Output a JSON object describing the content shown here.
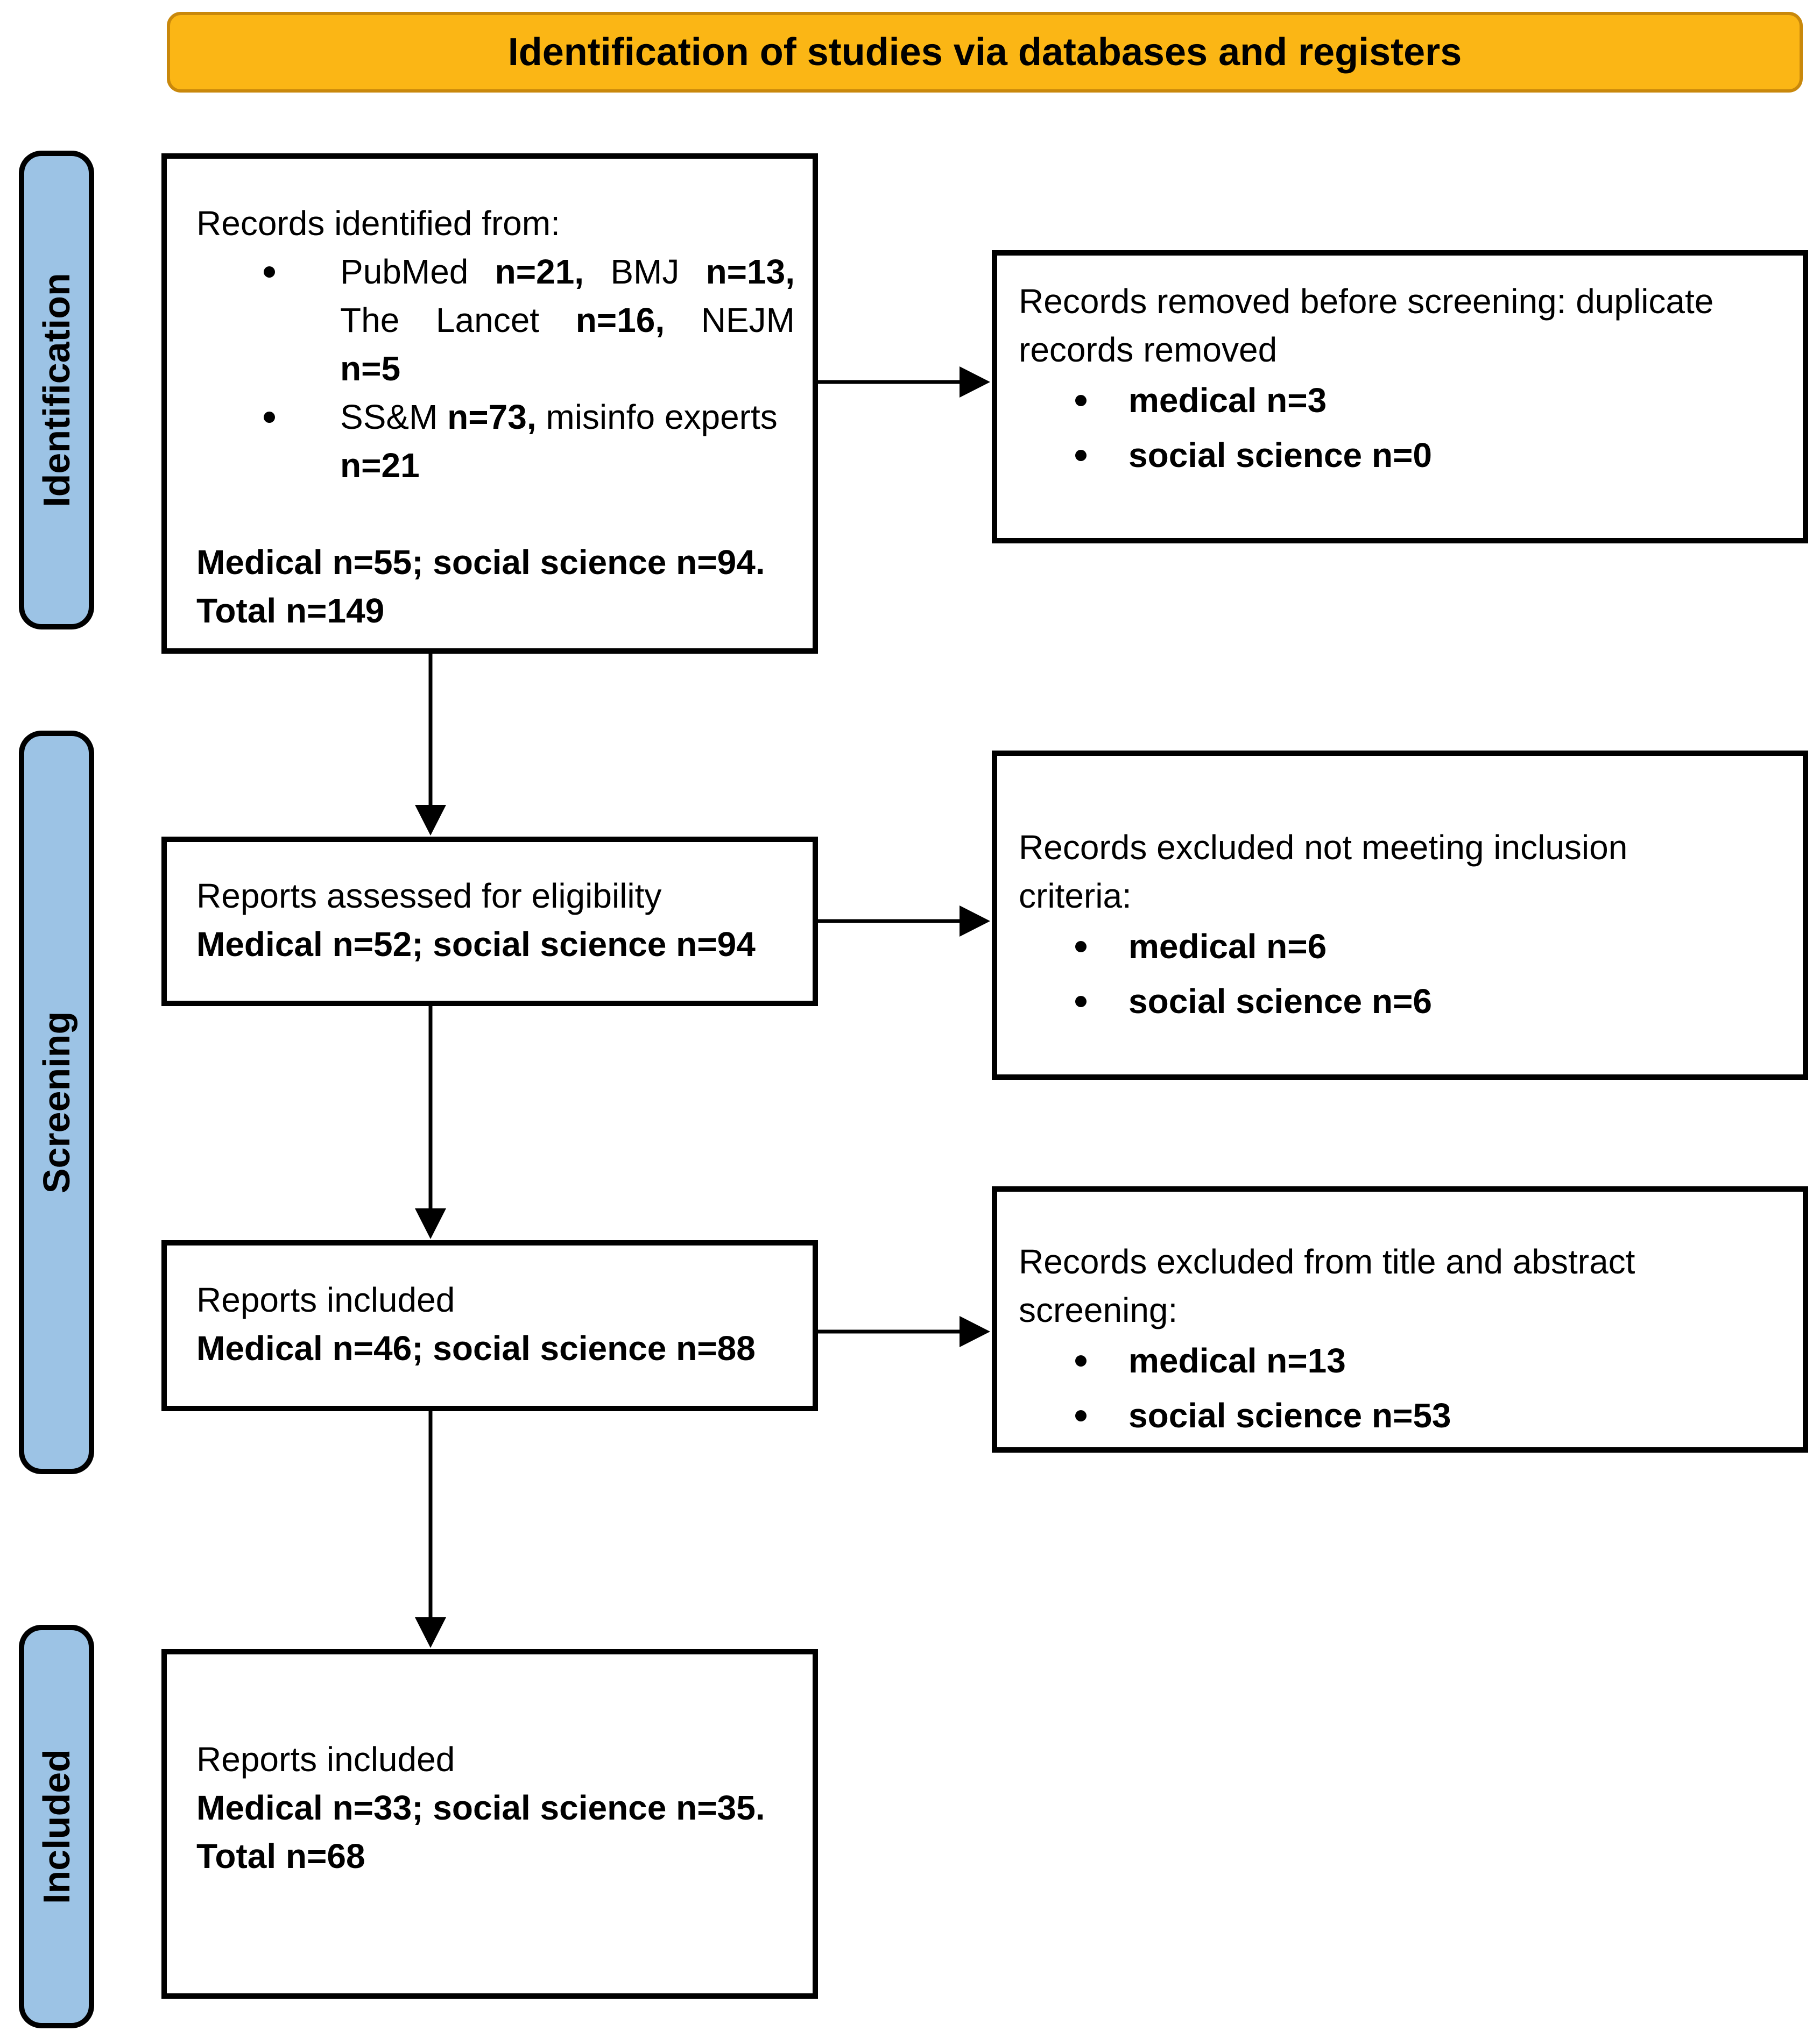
{
  "banner": {
    "title": "Identification of studies via databases and registers"
  },
  "sidebar": {
    "items": [
      {
        "label": "Identification"
      },
      {
        "label": "Screening"
      },
      {
        "label": "Included"
      }
    ]
  },
  "colors": {
    "banner_fill": "#FBB615",
    "banner_border": "#C9880B",
    "sidebar_fill": "#9CC3E5",
    "box_border": "#000000",
    "text": "#000000"
  },
  "flow": {
    "identified": {
      "intro": "Records identified from:",
      "bullets": [
        {
          "lines": [
            {
              "justify": true,
              "words": [
                {
                  "t": "PubMed"
                },
                {
                  "t": "n=21,",
                  "b": 1
                },
                {
                  "t": "BMJ"
                },
                {
                  "t": "n=13,",
                  "b": 1
                }
              ]
            },
            {
              "justify": true,
              "words": [
                {
                  "t": "The"
                },
                {
                  "t": "Lancet"
                },
                {
                  "t": "n=16,",
                  "b": 1
                },
                {
                  "t": "NEJM"
                }
              ]
            },
            {
              "words": [
                {
                  "t": "n=5",
                  "b": 1
                }
              ]
            }
          ]
        },
        {
          "lines": [
            {
              "words": [
                {
                  "t": "SS&M"
                },
                {
                  "t": "n=73,",
                  "b": 1
                },
                {
                  "t": "misinfo"
                },
                {
                  "t": "experts"
                }
              ]
            },
            {
              "words": [
                {
                  "t": "n=21",
                  "b": 1
                }
              ]
            }
          ]
        }
      ],
      "summary": "Medical n=55; social science n=94.\nTotal n=149"
    },
    "removed": {
      "heading": "Records removed before screening: duplicate\nrecords removed",
      "bullets": [
        "medical n=3",
        "social science n=0"
      ]
    },
    "assessed": {
      "title": "Reports assessed for eligibility",
      "stat": "Medical n=52; social science n=94"
    },
    "excluded_criteria": {
      "heading": "Records excluded not meeting inclusion\ncriteria:",
      "bullets": [
        "medical n=6",
        "social science n=6"
      ]
    },
    "included_screening": {
      "title": "Reports included",
      "stat": "Medical n=46; social science n=88"
    },
    "excluded_title_abstract": {
      "heading": "Records excluded from title and abstract\nscreening:",
      "bullets": [
        "medical n=13",
        "social science n=53"
      ]
    },
    "included_final": {
      "title": "Reports included",
      "stat": "Medical n=33; social science n=35.\nTotal n=68"
    }
  }
}
